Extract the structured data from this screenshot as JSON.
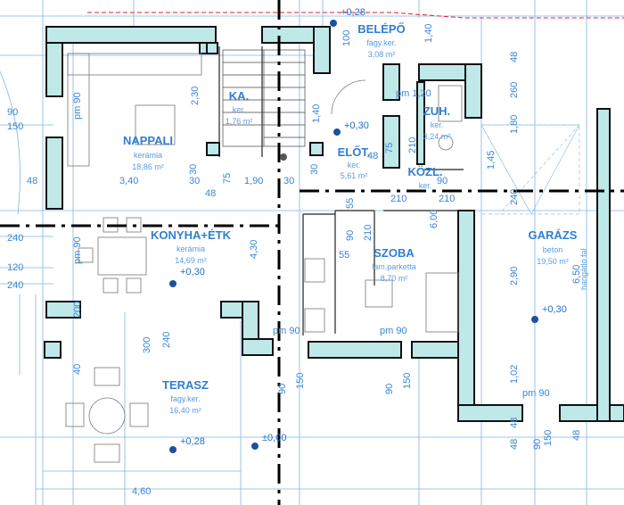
{
  "rooms": {
    "belepo": {
      "name": "BELÉPŐ",
      "finish": "fagy.ker.",
      "area": "3,08 m²"
    },
    "nappali": {
      "name": "NAPPALI",
      "finish": "kerámia",
      "area": "18,86 m²"
    },
    "ka": {
      "name": "KA.",
      "finish": "ker.",
      "area": "1,76 m²"
    },
    "elot": {
      "name": "ELŐT.",
      "finish": "ker.",
      "area": "5,61 m²"
    },
    "zuh": {
      "name": "ZUH.",
      "finish": "ker.",
      "area": "3,24 m²"
    },
    "kozl": {
      "name": "KÖZL.",
      "finish": "ker.",
      "area": ""
    },
    "konyha": {
      "name": "KONYHA+ÉTK",
      "finish": "kerámia",
      "area": "14,69 m²"
    },
    "szoba": {
      "name": "SZOBA",
      "finish": "lam.parketta",
      "area": "8,70 m²"
    },
    "garazs": {
      "name": "GARÁZS",
      "finish": "beton",
      "area": "19,50 m²"
    },
    "terasz": {
      "name": "TERASZ",
      "finish": "fagy.ker.",
      "area": "16,40 m²"
    }
  },
  "levels": {
    "l1": "+0,28",
    "l2": "+0,30",
    "l3": "+0,30",
    "l4": "+0,30",
    "l5": "+0,28",
    "l6": "±0,00"
  },
  "wall_note": "hangátló fal",
  "dims": {
    "d1": "3,40",
    "d2": "4,60",
    "d3": "1,20",
    "d4": "2,30",
    "d5": "1,40",
    "d6": "2,10",
    "d7": "30",
    "d8": "48",
    "d9": "75",
    "d10": "1,90",
    "d11": "90",
    "d12": "150",
    "d13": "240",
    "d14": "120",
    "d15": "4,30",
    "d16": "2,90",
    "d17": "6,50",
    "d18": "1,02",
    "d19": "260",
    "d20": "1,80",
    "d21": "1,45",
    "d22": "210",
    "d23": "55",
    "d24": "300",
    "d25": "40",
    "d26": "100",
    "d27": "1,40",
    "d28": "6,00",
    "d29": "200",
    "d30": "2,10",
    "d31": "pm 90",
    "d32": "pm 1,20"
  }
}
